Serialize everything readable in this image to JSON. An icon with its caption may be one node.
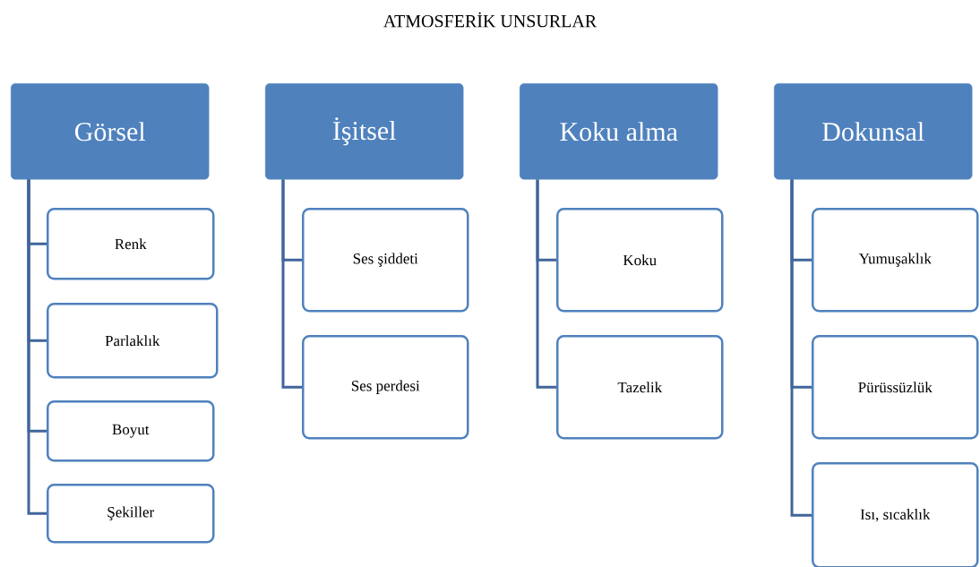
{
  "diagram": {
    "title": "ATMOSFERİK UNSURLAR",
    "nodes": [
      {
        "text": [
          "Görsel"
        ]
      },
      {
        "text": [
          "Renk"
        ]
      },
      {
        "text": [
          "Parlaklık"
        ]
      },
      {
        "text": [
          "Boyut"
        ]
      },
      {
        "text": [
          "Şekiller"
        ]
      },
      {
        "text": [
          "İşitsel"
        ]
      },
      {
        "text": [
          "Ses şiddeti"
        ]
      },
      {
        "text": [
          "Ses perdesi"
        ]
      },
      {
        "text": [
          "Koku alma"
        ]
      },
      {
        "text": [
          "Koku"
        ]
      },
      {
        "text": [
          "Tazelik"
        ]
      },
      {
        "text": [
          "Dokunsal"
        ]
      },
      {
        "text": [
          "Yumuşaklık"
        ]
      },
      {
        "text": [
          "Pürüssüzlük"
        ]
      },
      {
        "text": [
          "Isı, sıcaklık"
        ]
      }
    ],
    "edges": [
      {
        "from": 0,
        "to": 1,
        "arrow": "none"
      },
      {
        "from": 0,
        "to": 2,
        "arrow": "none"
      },
      {
        "from": 0,
        "to": 3,
        "arrow": "none"
      },
      {
        "from": 0,
        "to": 4,
        "arrow": "none"
      },
      {
        "from": 5,
        "to": 6,
        "arrow": "none"
      },
      {
        "from": 5,
        "to": 7,
        "arrow": "none"
      },
      {
        "from": 8,
        "to": 9,
        "arrow": "none"
      },
      {
        "from": 8,
        "to": 10,
        "arrow": "none"
      },
      {
        "from": 11,
        "to": 12,
        "arrow": "none"
      },
      {
        "from": 11,
        "to": 13,
        "arrow": "none"
      },
      {
        "from": 11,
        "to": 14,
        "arrow": "none"
      }
    ]
  }
}
